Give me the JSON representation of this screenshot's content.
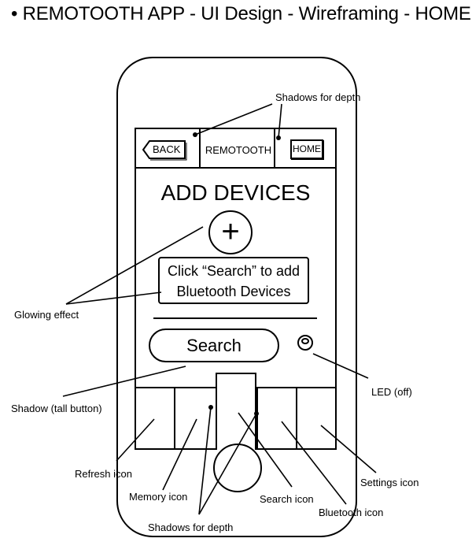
{
  "title": "• REMOTOOTH APP - UI Design - Wireframing - HOME",
  "app": {
    "nav": {
      "back_label": "BACK",
      "brand": "REMOTOOTH",
      "home_label": "HOME"
    },
    "heading": "ADD DEVICES",
    "add_icon": "plus-icon",
    "add_symbol": "+",
    "hint_line1": "Click “Search” to add",
    "hint_line2": "Bluetooth Devices",
    "search_label": "Search",
    "led_state": "off",
    "toolbar": [
      "refresh-icon",
      "memory-icon",
      "search-icon",
      "bluetooth-icon",
      "settings-icon"
    ]
  },
  "annotations": {
    "shadows_top": "Shadows for depth",
    "glowing": "Glowing effect",
    "led": "LED (off)",
    "shadow_tall": "Shadow (tall button)",
    "refresh": "Refresh icon",
    "memory": "Memory icon",
    "search": "Search icon",
    "bluetooth": "Bluetooth icon",
    "settings": "Settings icon",
    "shadows_bottom": "Shadows for depth"
  }
}
